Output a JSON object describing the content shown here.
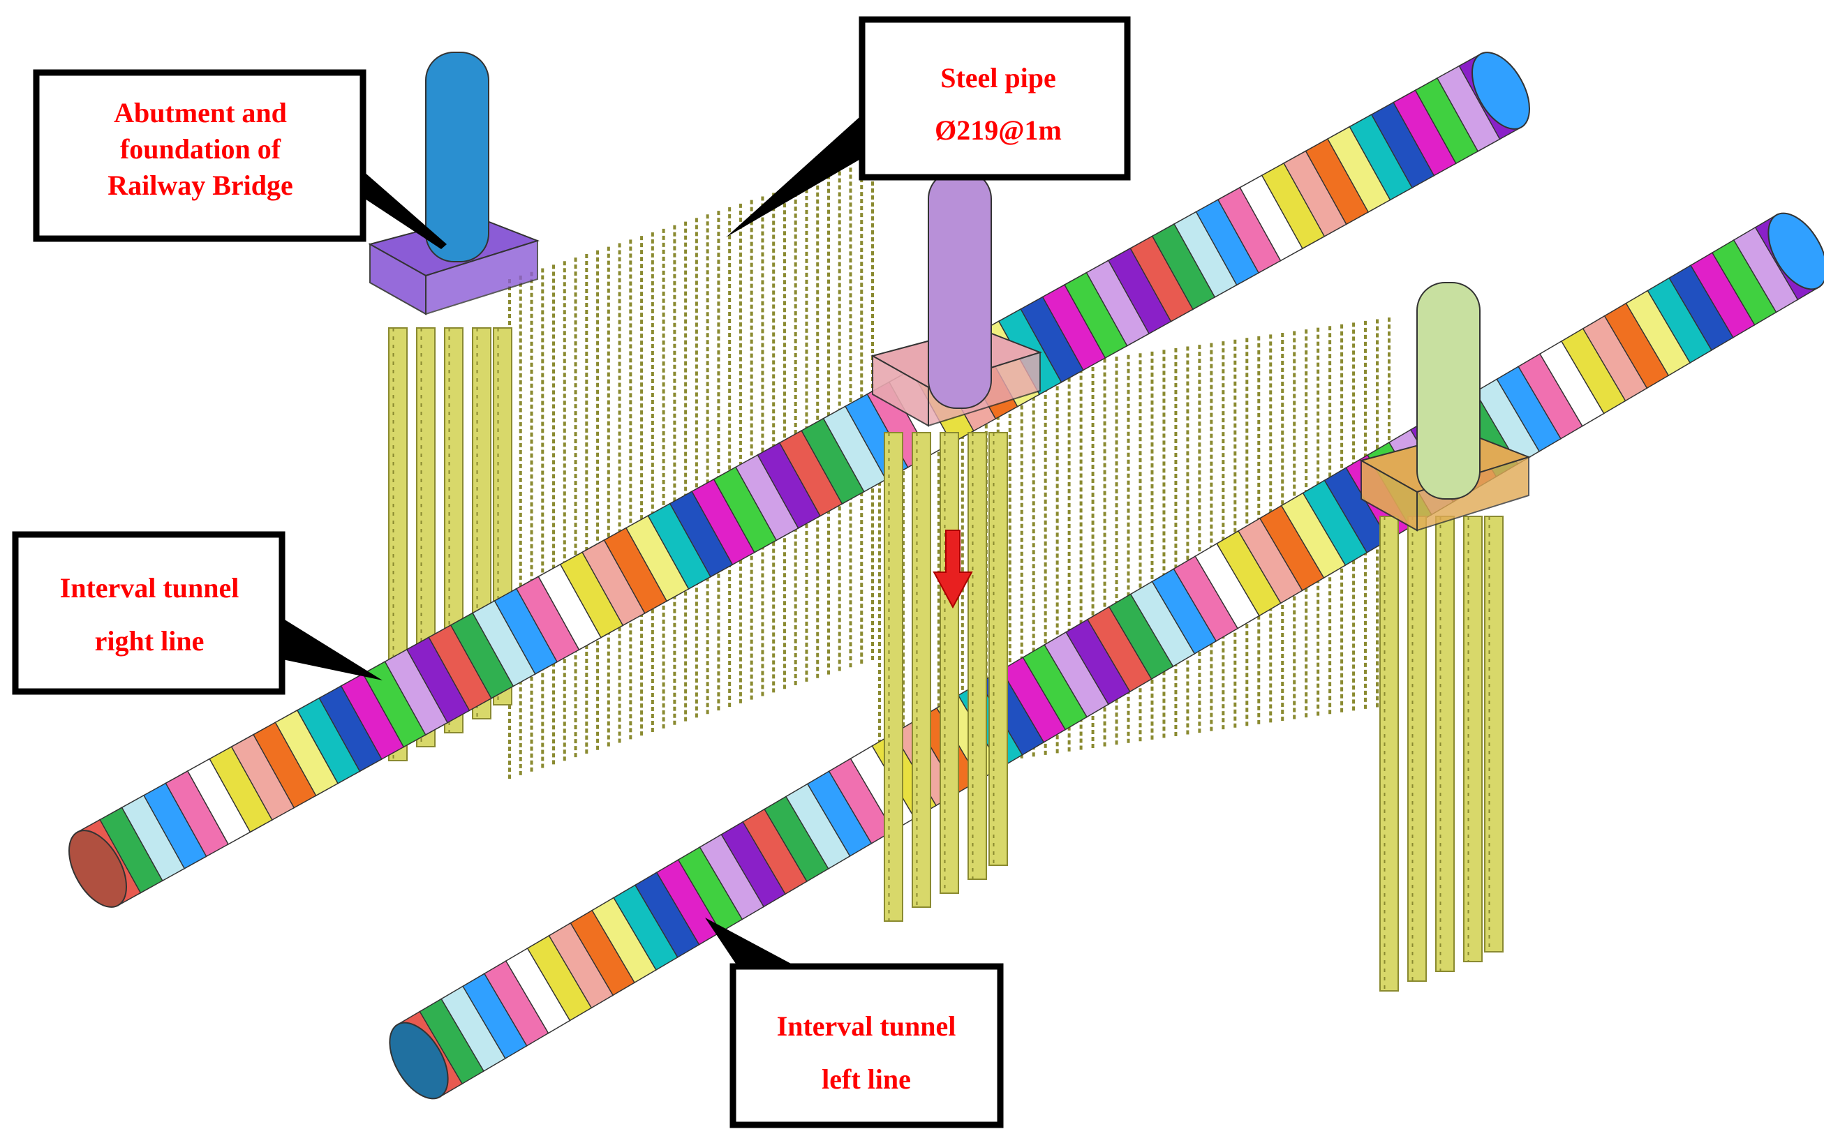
{
  "figure": {
    "callouts": {
      "abutment": [
        "Abutment and",
        "foundation of",
        "Railway Bridge"
      ],
      "steel_pipe": [
        "Steel pipe",
        "Ø219@1m"
      ],
      "right_line": [
        "Interval tunnel",
        "right line"
      ],
      "left_line": [
        "Interval tunnel",
        "left line"
      ]
    },
    "colors": {
      "callout_text": "#ff0000",
      "callout_border": "#000000",
      "pile": "#d8d86a",
      "pile_dark": "#8a8a30",
      "cap_right": "#8b5cd6",
      "cap_mid": "#e8a8b0",
      "cap_left": "#e0aa55",
      "pier_right": "#2a8fd0",
      "pier_mid": "#b890d8",
      "pier_left": "#c8e0a0",
      "load_arrow": "#e82020"
    },
    "ring_palette": [
      "#e85a50",
      "#f0a8a0",
      "#d0a0e8",
      "#ffffff",
      "#e020c8",
      "#30a0ff",
      "#10c0c0",
      "#30b050",
      "#f07020",
      "#8a20c8",
      "#e8e040",
      "#40d040",
      "#f070b0",
      "#2050c0",
      "#c0e8f0",
      "#f0f080"
    ]
  }
}
